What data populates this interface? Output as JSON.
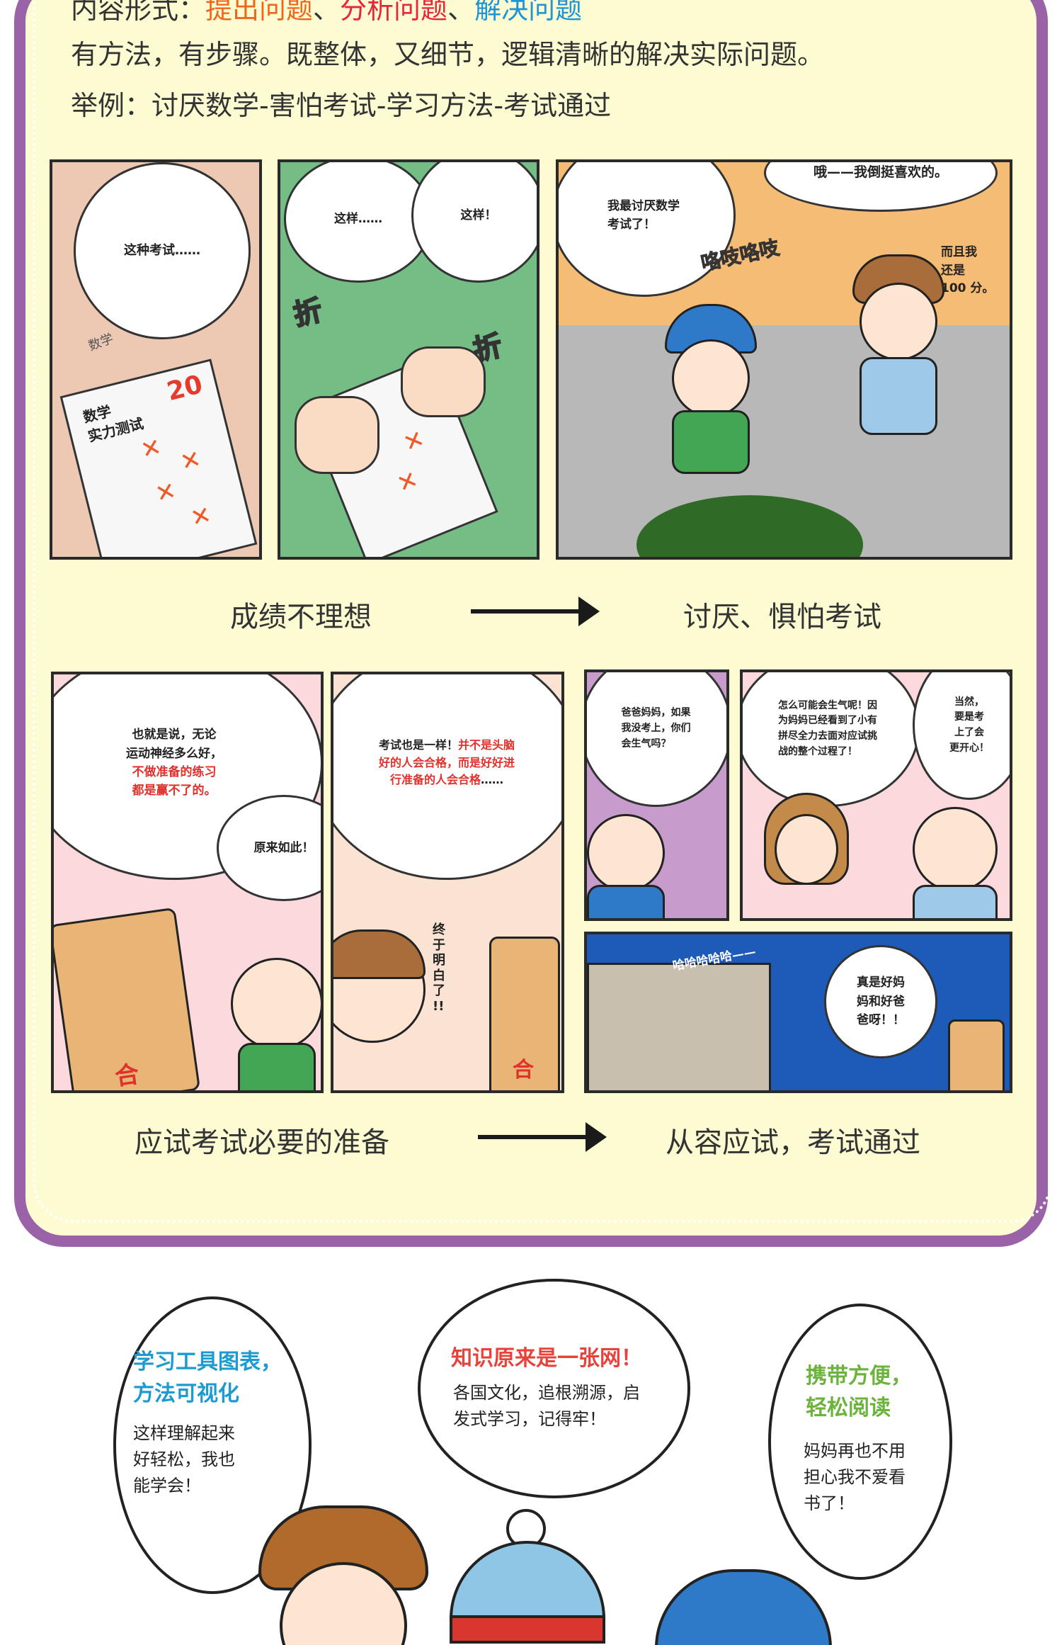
{
  "header": {
    "form_label": "内容形式：",
    "form_item1": "提出问题",
    "form_item2": "分析问题",
    "form_item3": "解决问题",
    "separator": "、",
    "description": "有方法，有步骤。既整体，又细节，逻辑清晰的解决实际问题。",
    "example": "举例：讨厌数学-害怕考试-学习方法-考试通过"
  },
  "comic_row1": {
    "panel1": {
      "bubble": "这种考试……",
      "paper_tag": "数学",
      "paper_title": "数学\n实力测试",
      "score": "20"
    },
    "panel2": {
      "bubble_left": "这样……",
      "bubble_right": "这样！",
      "sfx": "折"
    },
    "panel3": {
      "bubble_left": "我最讨厌数学\n考试了！",
      "bubble_top": "哦——我倒挺喜欢的。",
      "aside": "而且我\n还是\n100 分。",
      "sfx": "咯吱咯吱"
    }
  },
  "captions_row1": {
    "left": "成绩不理想",
    "right": "讨厌、惧怕考试"
  },
  "comic_row2": {
    "panel1": {
      "bubble_line1": "也就是说，无论\n运动神经多么好，",
      "bubble_red": "不做准备的练习\n都是赢不了的。",
      "bubble_small": "原来如此！",
      "badge": "合"
    },
    "panel2": {
      "bubble_line1": "考试也是一样！",
      "bubble_red": "并不是头脑\n好的人会合格，而是好好进\n行准备的人会合格",
      "bubble_tail": "……",
      "aside": "终\n于\n明\n白\n了\n!!",
      "badge": "合"
    },
    "panel3": {
      "bubble": "爸爸妈妈，如果\n我没考上，你们\n会生气吗？"
    },
    "panel4": {
      "bubble": "怎么可能会生气呢！因\n为妈妈已经看到了小有\n拼尽全力去面对应试挑\n战的整个过程了！",
      "aside": "当然，\n要是考\n上了会\n更开心！"
    },
    "panel5": {
      "sfx": "哈哈哈哈哈——",
      "bubble": "真是好妈\n妈和好爸\n爸呀！！"
    }
  },
  "captions_row2": {
    "left": "应试考试必要的准备",
    "right": "从容应试，考试通过"
  },
  "features": [
    {
      "title": "学习工具图表，\n方法可视化",
      "text": "这样理解起来\n好轻松，我也\n能学会！",
      "color": "#1c9bd0"
    },
    {
      "title": "知识原来是一张网！",
      "text": "各国文化，追根溯源，启\n发式学习，记得牢！",
      "color": "#e8433b"
    },
    {
      "title": "携带方便，\n轻松阅读",
      "text": "妈妈再也不用\n担心我不爱看\n书了！",
      "color": "#6cb33e"
    }
  ],
  "colors": {
    "frame": "#9a62a7",
    "panel_bg": "#fdfbd2"
  }
}
